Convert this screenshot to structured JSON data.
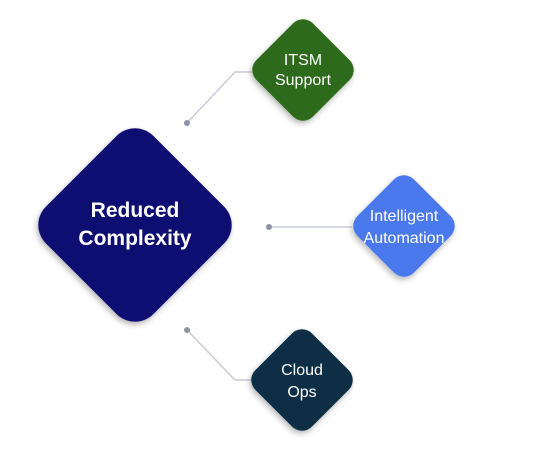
{
  "main_node": {
    "line1": "Reduced",
    "line2": "Complexity",
    "color": "#0f0a72"
  },
  "nodes": [
    {
      "id": "itsm-support",
      "line1": "ITSM",
      "line2": "Support",
      "color": "#2e6a1f"
    },
    {
      "id": "intelligent-automation",
      "line1": "Intelligent",
      "line2": "Automation",
      "color": "#4a79ec"
    },
    {
      "id": "cloud-ops",
      "line1": "Cloud",
      "line2": "Ops",
      "color": "#0b2f44"
    }
  ],
  "connector_color": "#c9ccd6",
  "dot_color": "#8e94a6"
}
